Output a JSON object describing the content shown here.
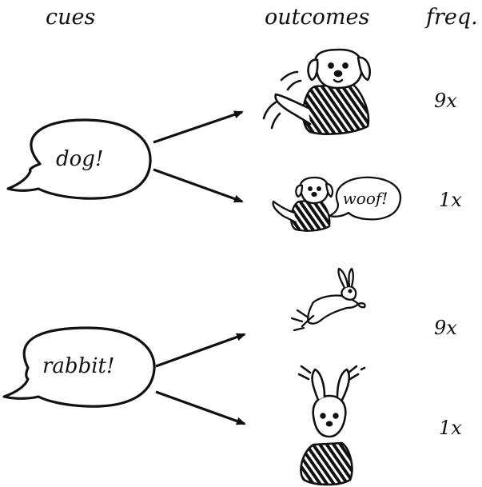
{
  "headers": {
    "cues": "cues",
    "outcomes": "outcomes",
    "freq": "freq."
  },
  "cues": [
    {
      "label": "dog!",
      "outcomes": [
        {
          "icon": "dog-big-icon",
          "freq": "9x"
        },
        {
          "icon": "dog-small-barking-icon",
          "speech": "woof!",
          "freq": "1x"
        }
      ]
    },
    {
      "label": "rabbit!",
      "outcomes": [
        {
          "icon": "rabbit-jumping-icon",
          "freq": "9x"
        },
        {
          "icon": "rabbit-sitting-icon",
          "freq": "1x"
        }
      ]
    }
  ],
  "colors": {
    "ink": "#111111",
    "paper": "#ffffff"
  }
}
